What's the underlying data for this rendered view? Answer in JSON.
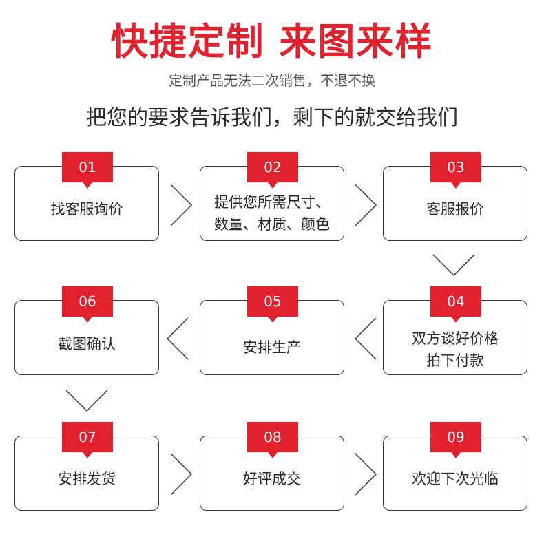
{
  "header": {
    "title": "快捷定制 来图来样",
    "subtitle": "定制产品无法二次销售，不退不换",
    "slogan": "把您的要求告诉我们，剩下的就交给我们"
  },
  "steps": [
    {
      "num": "01",
      "lines": [
        "找客服询价"
      ]
    },
    {
      "num": "02",
      "lines": [
        "提供您所需尺寸、",
        "数量、材质、颜色"
      ]
    },
    {
      "num": "03",
      "lines": [
        "客服报价"
      ]
    },
    {
      "num": "04",
      "lines": [
        "双方谈好价格",
        "拍下付款"
      ]
    },
    {
      "num": "05",
      "lines": [
        "安排生产"
      ]
    },
    {
      "num": "06",
      "lines": [
        "截图确认"
      ]
    },
    {
      "num": "07",
      "lines": [
        "安排发货"
      ]
    },
    {
      "num": "08",
      "lines": [
        "好评成交"
      ]
    },
    {
      "num": "09",
      "lines": [
        "欢迎下次光临"
      ]
    }
  ],
  "colors": {
    "accent": "#e2232f",
    "border": "#3a3a3a",
    "text": "#2a2a2a"
  },
  "arrow_icons": [
    "chevron-right-icon",
    "chevron-down-icon",
    "chevron-left-icon"
  ]
}
